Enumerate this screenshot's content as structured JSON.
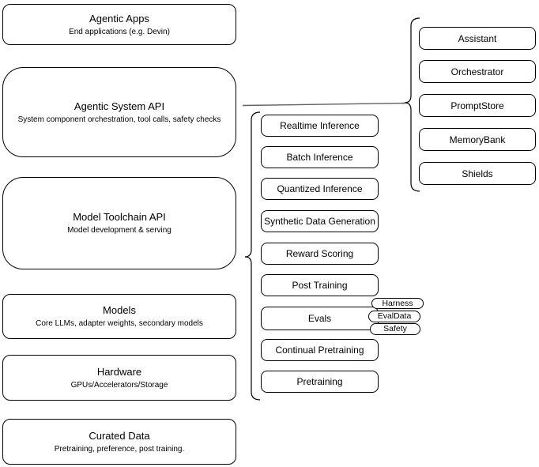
{
  "canvas": {
    "background": "#ffffff",
    "stroke": "#000000",
    "connector_color": "#616161"
  },
  "stack": [
    {
      "title": "Agentic Apps",
      "subtitle": "End applications (e.g. Devin)"
    },
    {
      "title": "Agentic System API",
      "subtitle": "System component orchestration, tool calls, safety checks"
    },
    {
      "title": "Model Toolchain API",
      "subtitle": "Model development & serving"
    },
    {
      "title": "Models",
      "subtitle": "Core LLMs, adapter weights, secondary models"
    },
    {
      "title": "Hardware",
      "subtitle": "GPUs/Accelerators/Storage"
    },
    {
      "title": "Curated Data",
      "subtitle": "Pretraining, preference, post training."
    }
  ],
  "toolchain": {
    "items": [
      "Realtime Inference",
      "Batch Inference",
      "Quantized Inference",
      "Synthetic Data Generation",
      "Reward Scoring",
      "Post Training",
      "Evals",
      "Continual Pretraining",
      "Pretraining"
    ]
  },
  "evals_tags": [
    "Harness",
    "EvalData",
    "Safety"
  ],
  "system": {
    "items": [
      "Assistant",
      "Orchestrator",
      "PromptStore",
      "MemoryBank",
      "Shields"
    ]
  }
}
